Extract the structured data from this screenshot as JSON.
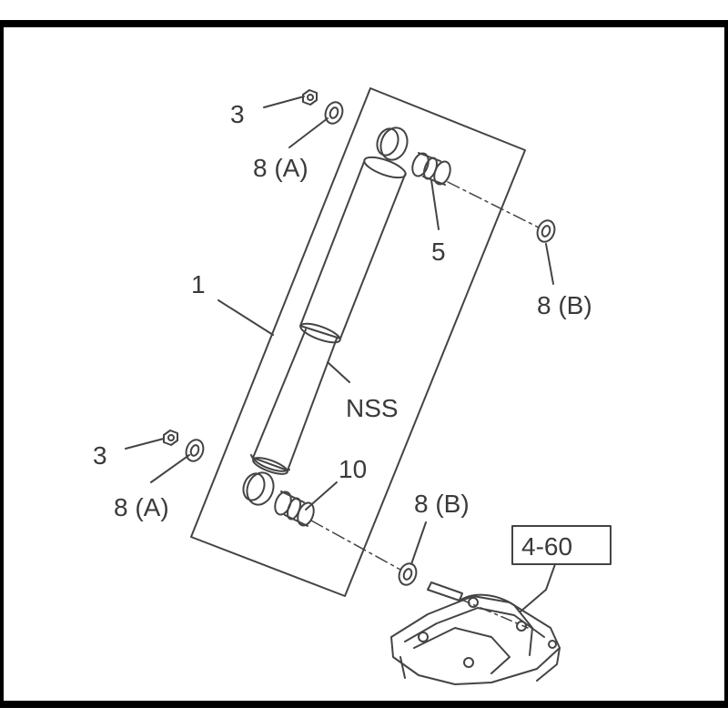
{
  "labels": {
    "shock_absorber": "1",
    "nut_upper": "3",
    "nut_lower": "3",
    "bushing_upper": "5",
    "bushing_lower": "10",
    "washer_a_upper": "8 (A)",
    "washer_a_lower": "8 (A)",
    "washer_b_upper": "8 (B)",
    "washer_b_lower": "8 (B)",
    "nss": "NSS",
    "reference": "4-60"
  },
  "colors": {
    "border": "#000000",
    "line": "#444444",
    "text": "#3a3a3a",
    "background": "#ffffff"
  }
}
